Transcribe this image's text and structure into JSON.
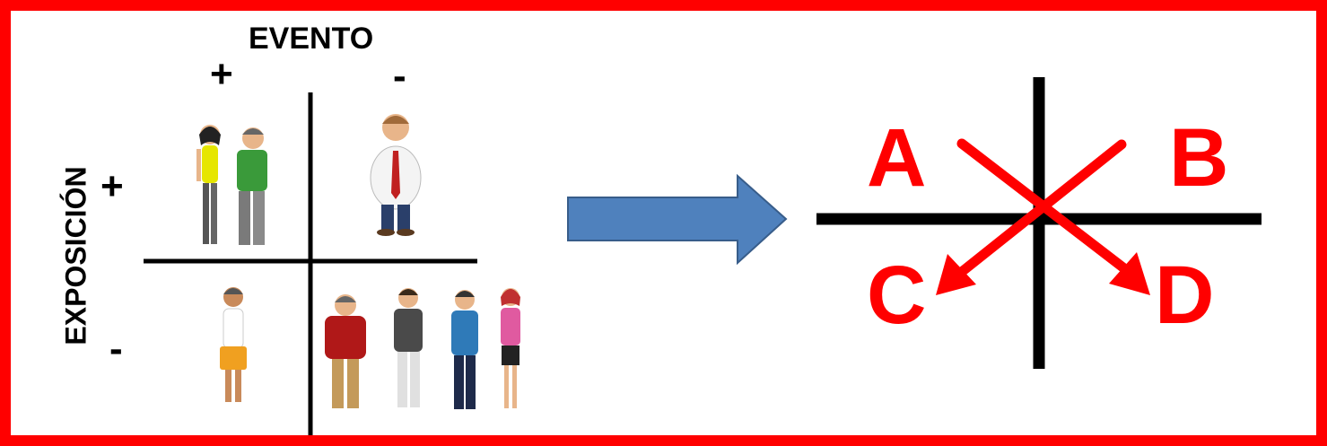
{
  "left_panel": {
    "title": "EVENTO",
    "col_plus": "+",
    "col_minus": "-",
    "row_label": "EXPOSICIÓN",
    "row_plus": "+",
    "row_minus": "-"
  },
  "right_panel": {
    "labels": [
      "A",
      "B",
      "C",
      "D"
    ]
  },
  "colors": {
    "frame": "#ff0000",
    "arrow_fill": "#4f81bd",
    "arrow_stroke": "#385d8a",
    "x_arrows": "#ff0000",
    "axes": "#000000"
  }
}
